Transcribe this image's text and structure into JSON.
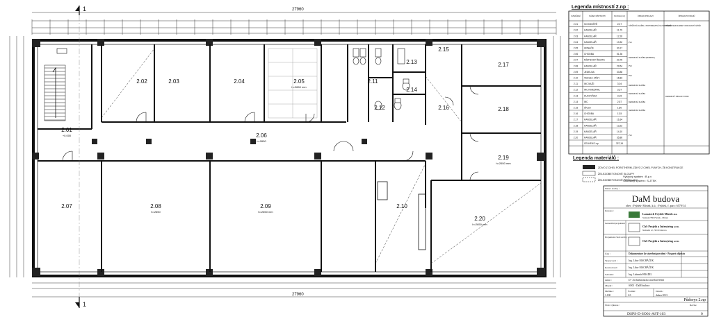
{
  "plan": {
    "section_marker_top": "1",
    "section_marker_bottom": "1",
    "overall_width": "27960",
    "rooms": [
      {
        "id": "2.01",
        "sub": "+0,000"
      },
      {
        "id": "2.02"
      },
      {
        "id": "2.03"
      },
      {
        "id": "2.04"
      },
      {
        "id": "2.05",
        "sub": "h=2650 mm"
      },
      {
        "id": "2.06",
        "sub": "h=2650"
      },
      {
        "id": "2.07"
      },
      {
        "id": "2.08",
        "sub": "h=2650"
      },
      {
        "id": "2.09",
        "sub": "h=2650 mm"
      },
      {
        "id": "2.10"
      },
      {
        "id": "2.11"
      },
      {
        "id": "2.12"
      },
      {
        "id": "2.13"
      },
      {
        "id": "2.14"
      },
      {
        "id": "2.15"
      },
      {
        "id": "2.16"
      },
      {
        "id": "2.17"
      },
      {
        "id": "2.18"
      },
      {
        "id": "2.19",
        "sub": "h=2650 mm"
      },
      {
        "id": "2.20",
        "sub": "h=2650 mm"
      }
    ]
  },
  "legend_rooms": {
    "title": "Legenda místností 2.np :",
    "headers": [
      "OZNAČENÍ",
      "NÁZEV MÍSTNOSTI",
      "PLOCHA [m²]",
      "ÚPRAVA PODLAHY",
      "ÚPRAVA POVRCHŮ"
    ],
    "rows": [
      [
        "2.01",
        "SCHODIŠTĚ",
        "22,7"
      ],
      [
        "2.02",
        "KANCELÁŘ",
        "11,79"
      ],
      [
        "2.03",
        "KANCELÁŘ",
        "12,26"
      ],
      [
        "2.04",
        "KANCELÁŘ",
        "13,32"
      ],
      [
        "2.05",
        "URNAČE",
        "30,17"
      ],
      [
        "2.06",
        "CHODBA",
        "51,36"
      ],
      [
        "2.07",
        "MÍSTNOST ŘEDITE",
        "20,75"
      ],
      [
        "2.08",
        "KANCELÁŘ",
        "29,54"
      ],
      [
        "2.09",
        "JEDELNA",
        "33,88"
      ],
      [
        "2.10",
        "VEDLEJ. MÍST.",
        "16,83"
      ],
      [
        "2.11",
        "WC MUŽI",
        "3,04"
      ],
      [
        "2.12",
        "WC INVEDNAL",
        "3,37"
      ],
      [
        "2.13",
        "KUCHYŇKA",
        "3,15"
      ],
      [
        "2.14",
        "WC",
        "2,57"
      ],
      [
        "2.15",
        "ÚKLID",
        "1,80"
      ],
      [
        "2.16",
        "CHODBA",
        "13,5"
      ],
      [
        "2.17",
        "KANCELÁŘ",
        "16,34"
      ],
      [
        "2.18",
        "KANCELÁŘ",
        "13,22"
      ],
      [
        "2.19",
        "KANCELÁŘ",
        "14,10"
      ],
      [
        "2.20",
        "KANCELÁŘ",
        "35,86"
      ]
    ],
    "total_label": "CELKEM 2.np",
    "total_value": "327,16",
    "floor_notes": [
      "ZÁTĚŽOVÁ DLAŽBA - PROTIMRAZOVÁ NA SCHODECH",
      "PVC",
      "KERAMICKÁ DLAŽBA (NEZMRAZ)",
      "PVC",
      "PVC",
      "KERAMICKÁ DLAŽBA",
      "KERAMICKÁ DLAŽBA",
      "KERAMICKÁ DLAŽBA",
      "KERAMICKÁ DLAŽBA",
      "PVC"
    ],
    "surface_notes": [
      "PŘEDĚL MEZI RAMENY OPAKOVANÝ NÁTĚR",
      "KERAMICKÝ OBKLAD V=1500"
    ]
  },
  "legend_materials": {
    "title": "Legenda materiálů :",
    "items": [
      "ZDIVO Z CIHEL POROTHERM",
      "ŽELEZOBETONOVÉ SLOUPY",
      "ŽELEZOBETONOVÉ PRŮVLAKY"
    ],
    "notes": [
      "ZDIVO Z CIHEL POROTHERM, ZDIVO Z CIHEL PLNÝCH, ŽB KONSTRUKCE",
      "Výškový systém : B.p.v",
      "Souřadný systém : S-JTSK"
    ]
  },
  "title_block": {
    "stavba_label": "Název stavby :",
    "project_title": "DaM budova",
    "location": "obec : Frýdek- Místek, k.ú. : Frýdek, č. parc: 6579/14",
    "investor_label": "Investor :",
    "investor_name": "Lamatech Frýdek-Místek a.s.",
    "investor_note": "Slezská 2788, Frýdek - Místek",
    "designer_label": "Generální projektant :",
    "designer_name": "ChS Projekt a Inženýring s.r.o.",
    "designer_note": "Nádražní 12, 702 00 Ostrava",
    "partial_label": "Projektant části stavby :",
    "partial_name": "ChS Projekt a Inženýring s.r.o.",
    "part_label": "Část :",
    "part_value": "Dokumentace ke stavební povolení - Pasport objektu",
    "roles": [
      {
        "role": "Vypracoval :",
        "name": "Ing. Libor MACHÁČEK"
      },
      {
        "role": "Kontroloval :",
        "name": "Ing. Libor MACHÁČEK"
      },
      {
        "role": "Schválil :",
        "name": "Ing. Lubomír HRADIL"
      }
    ],
    "object_label": "Objekt :",
    "object_value": "SO01 - DaM budova",
    "section_label": "Oddíl :",
    "section_value": "D - Architektonicko stavební řešení",
    "scale_label": "Měřítko :",
    "scale_value": "1:100",
    "format_label": "Formát :",
    "format_value": "A3",
    "date_label": "Datum :",
    "date_value": "duben 2013",
    "drawing_title": "Půdorys 2.np",
    "drawing_number_label": "Číslo výkresu :",
    "drawing_number": "DSPS-D-SO01-AST-103",
    "revision_label": "Revize",
    "revision_value": "0"
  },
  "colors": {
    "line": "#111111",
    "fill_wall": "#222222",
    "grid": "#555555"
  }
}
